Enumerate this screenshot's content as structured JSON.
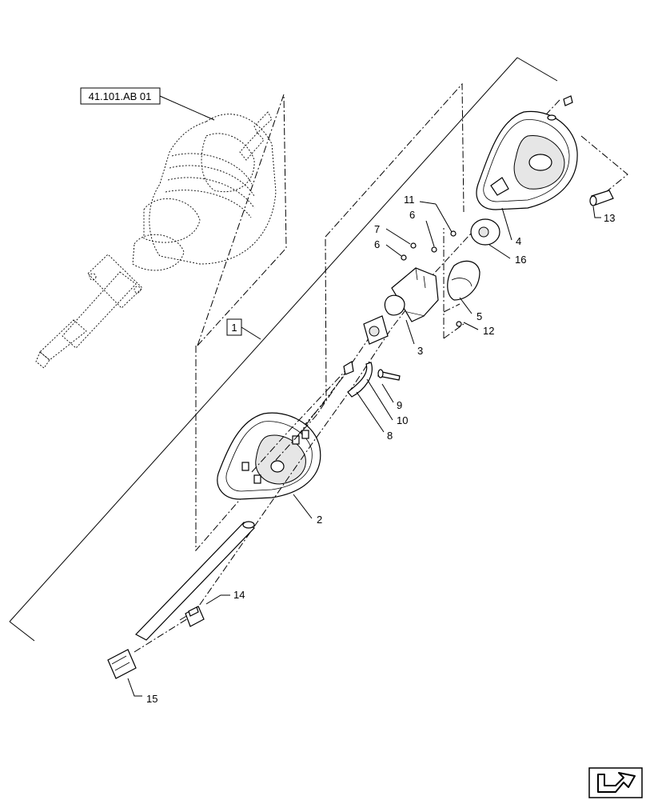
{
  "reference_box": "41.101.AB 01",
  "assembly_box": "1",
  "callouts": {
    "c2": "2",
    "c3": "3",
    "c4": "4",
    "c5": "5",
    "c6a": "6",
    "c6b": "6",
    "c7": "7",
    "c8": "8",
    "c9": "9",
    "c10": "10",
    "c11": "11",
    "c12": "12",
    "c13": "13",
    "c14": "14",
    "c15": "15",
    "c16": "16"
  },
  "icons": {
    "nav": "next-page-arrow-icon"
  }
}
